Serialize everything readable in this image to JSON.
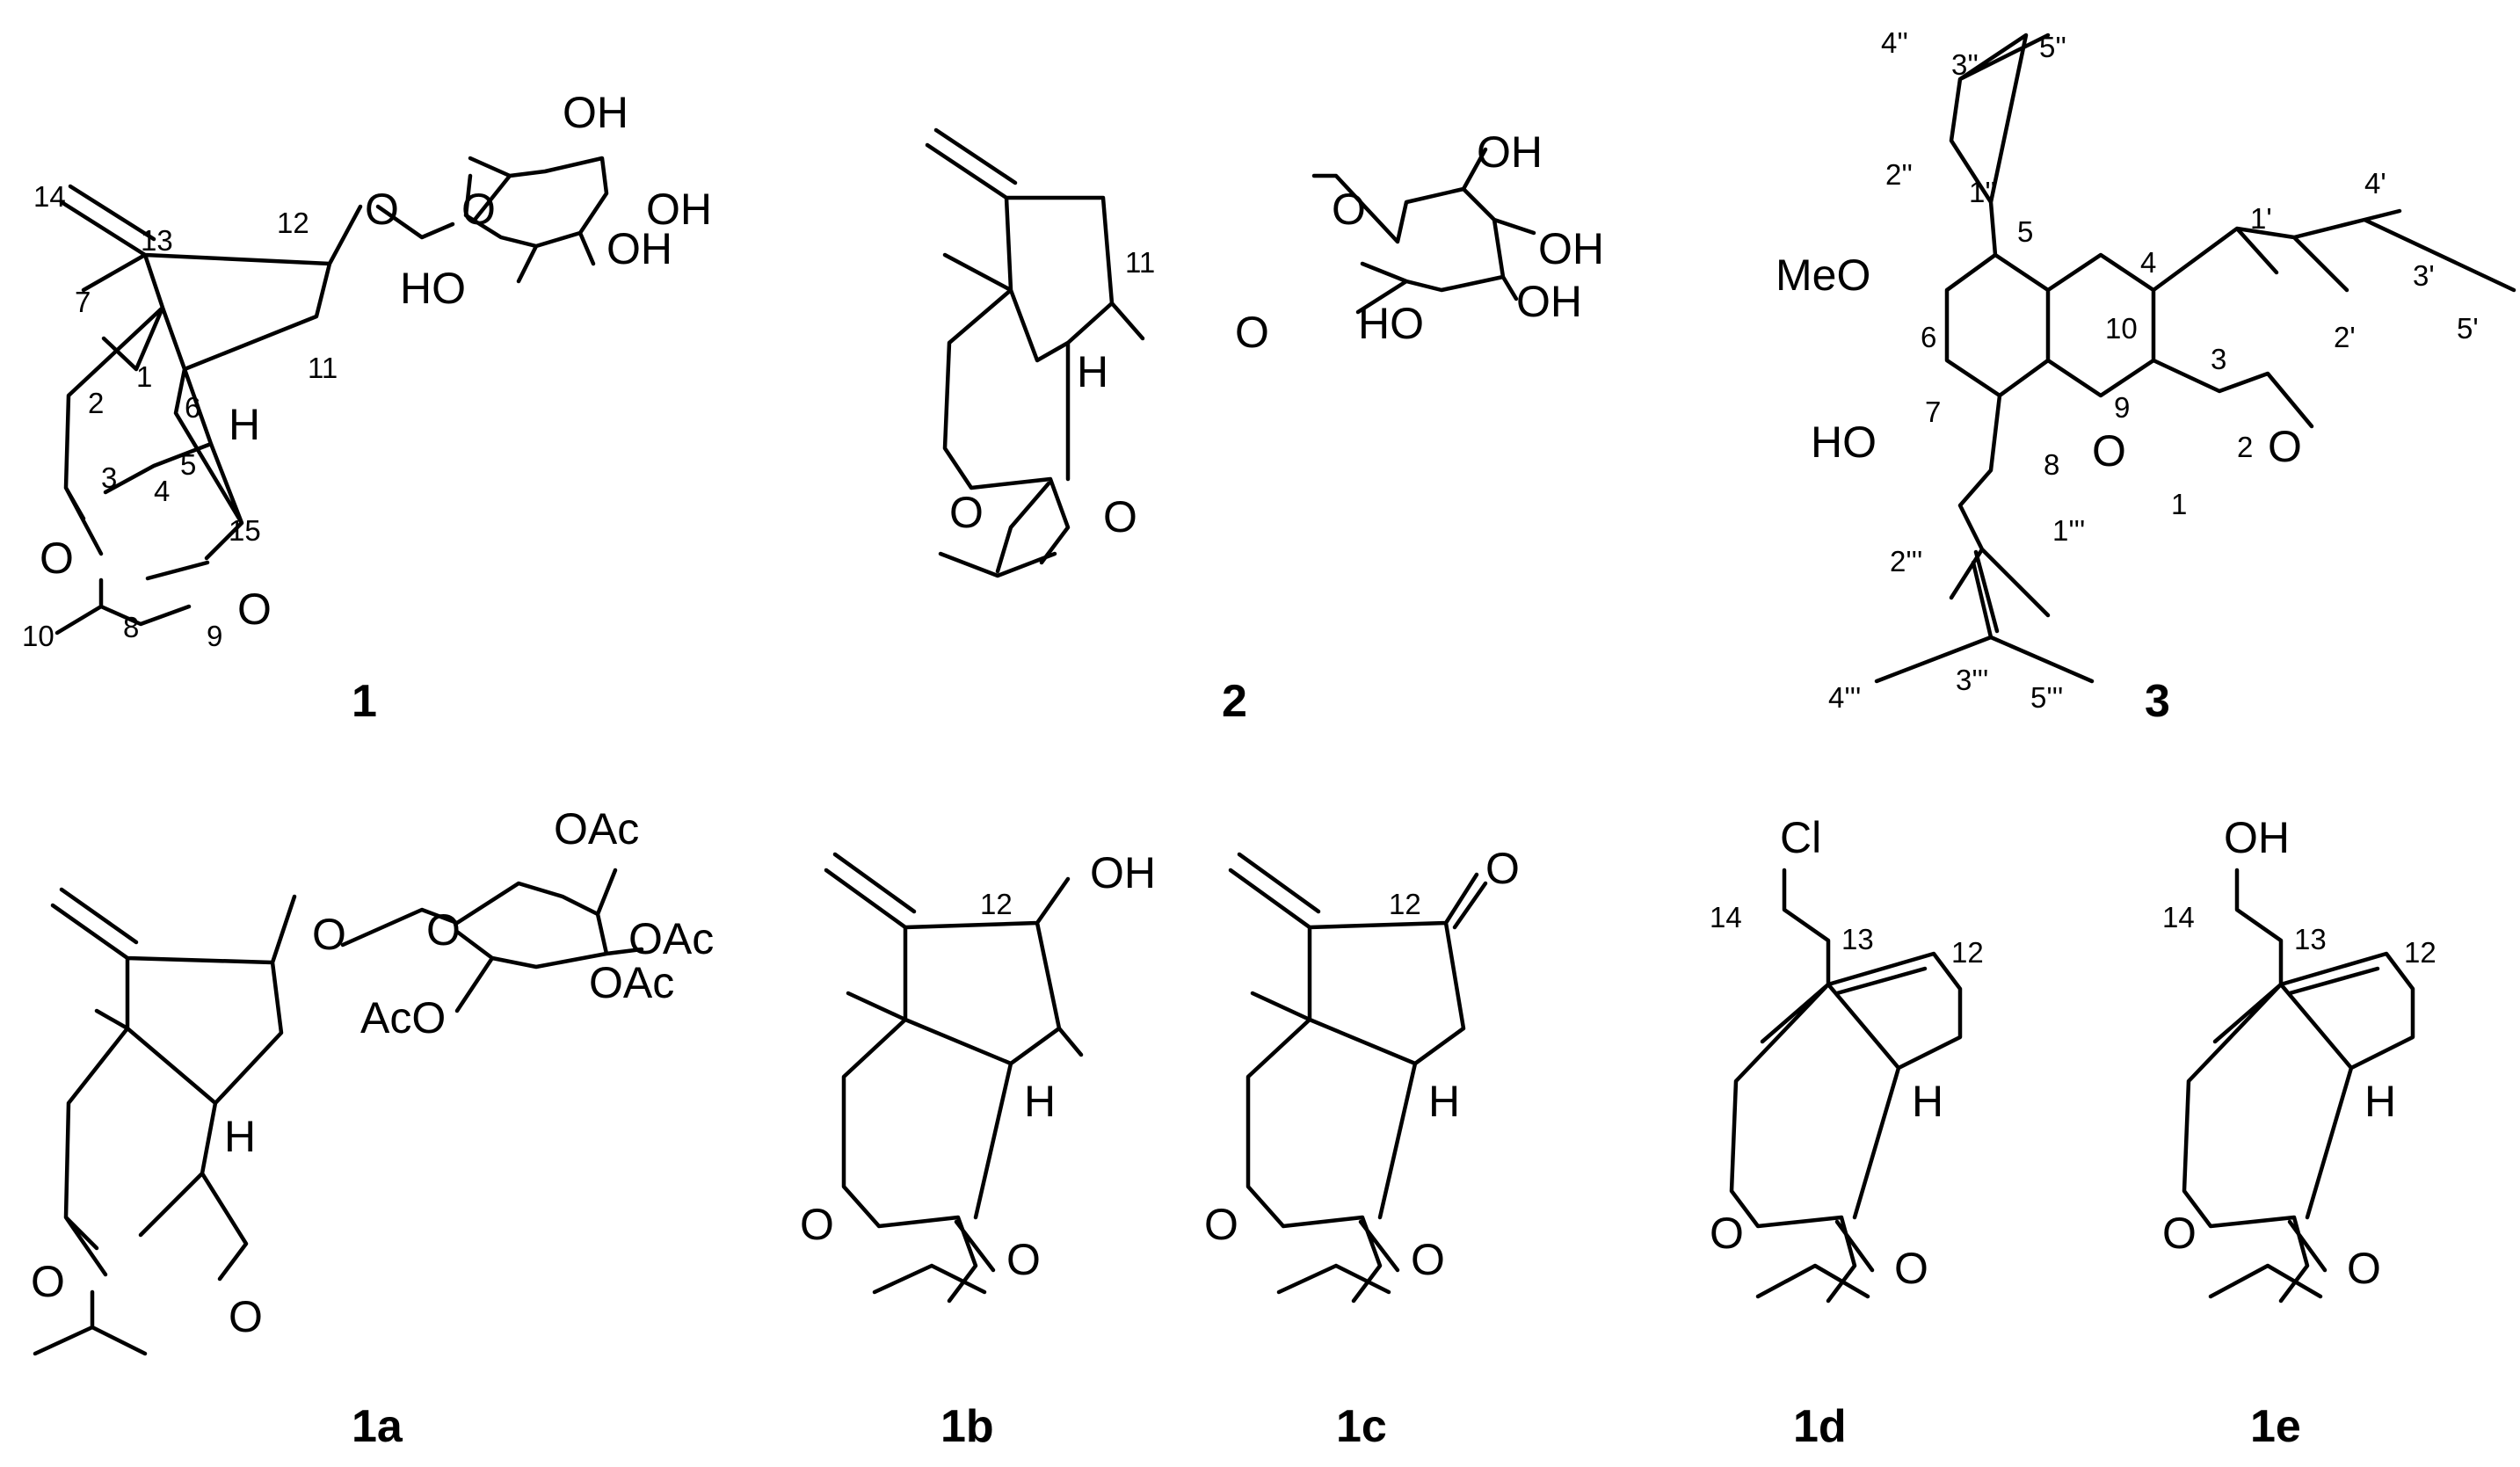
{
  "compounds": [
    {
      "label": "1",
      "groups": [
        "OH",
        "OH",
        "OH",
        "HO",
        "O",
        "O",
        "O",
        "H"
      ],
      "numbers": [
        "14",
        "13",
        "12",
        "7",
        "1",
        "2",
        "6",
        "11",
        "3",
        "5",
        "4",
        "15",
        "8",
        "10",
        "9"
      ]
    },
    {
      "label": "2",
      "groups": [
        "OH",
        "OH",
        "OH",
        "HO",
        "O",
        "O",
        "O",
        "H"
      ],
      "numbers": [
        "11"
      ]
    },
    {
      "label": "3",
      "groups": [
        "MeO",
        "HO",
        "O",
        "O"
      ],
      "numbers": [
        "4''",
        "3''",
        "5''",
        "2''",
        "1''",
        "5",
        "4",
        "1'",
        "4'",
        "3'",
        "5'",
        "2'",
        "6",
        "10",
        "3",
        "7",
        "9",
        "2",
        "8",
        "1",
        "1'''",
        "2'''",
        "4'''",
        "3'''",
        "5'''"
      ]
    },
    {
      "label": "1a",
      "groups": [
        "OAc",
        "OAc",
        "OAc",
        "AcO",
        "O",
        "O",
        "O",
        "H"
      ],
      "numbers": []
    },
    {
      "label": "1b",
      "groups": [
        "OH",
        "O",
        "O",
        "H"
      ],
      "numbers": [
        "12"
      ]
    },
    {
      "label": "1c",
      "groups": [
        "O",
        "O",
        "O",
        "H"
      ],
      "numbers": [
        "12"
      ]
    },
    {
      "label": "1d",
      "groups": [
        "Cl",
        "O",
        "O",
        "H"
      ],
      "numbers": [
        "14",
        "13",
        "12"
      ]
    },
    {
      "label": "1e",
      "groups": [
        "OH",
        "O",
        "O",
        "H"
      ],
      "numbers": [
        "14",
        "13",
        "12"
      ]
    }
  ]
}
